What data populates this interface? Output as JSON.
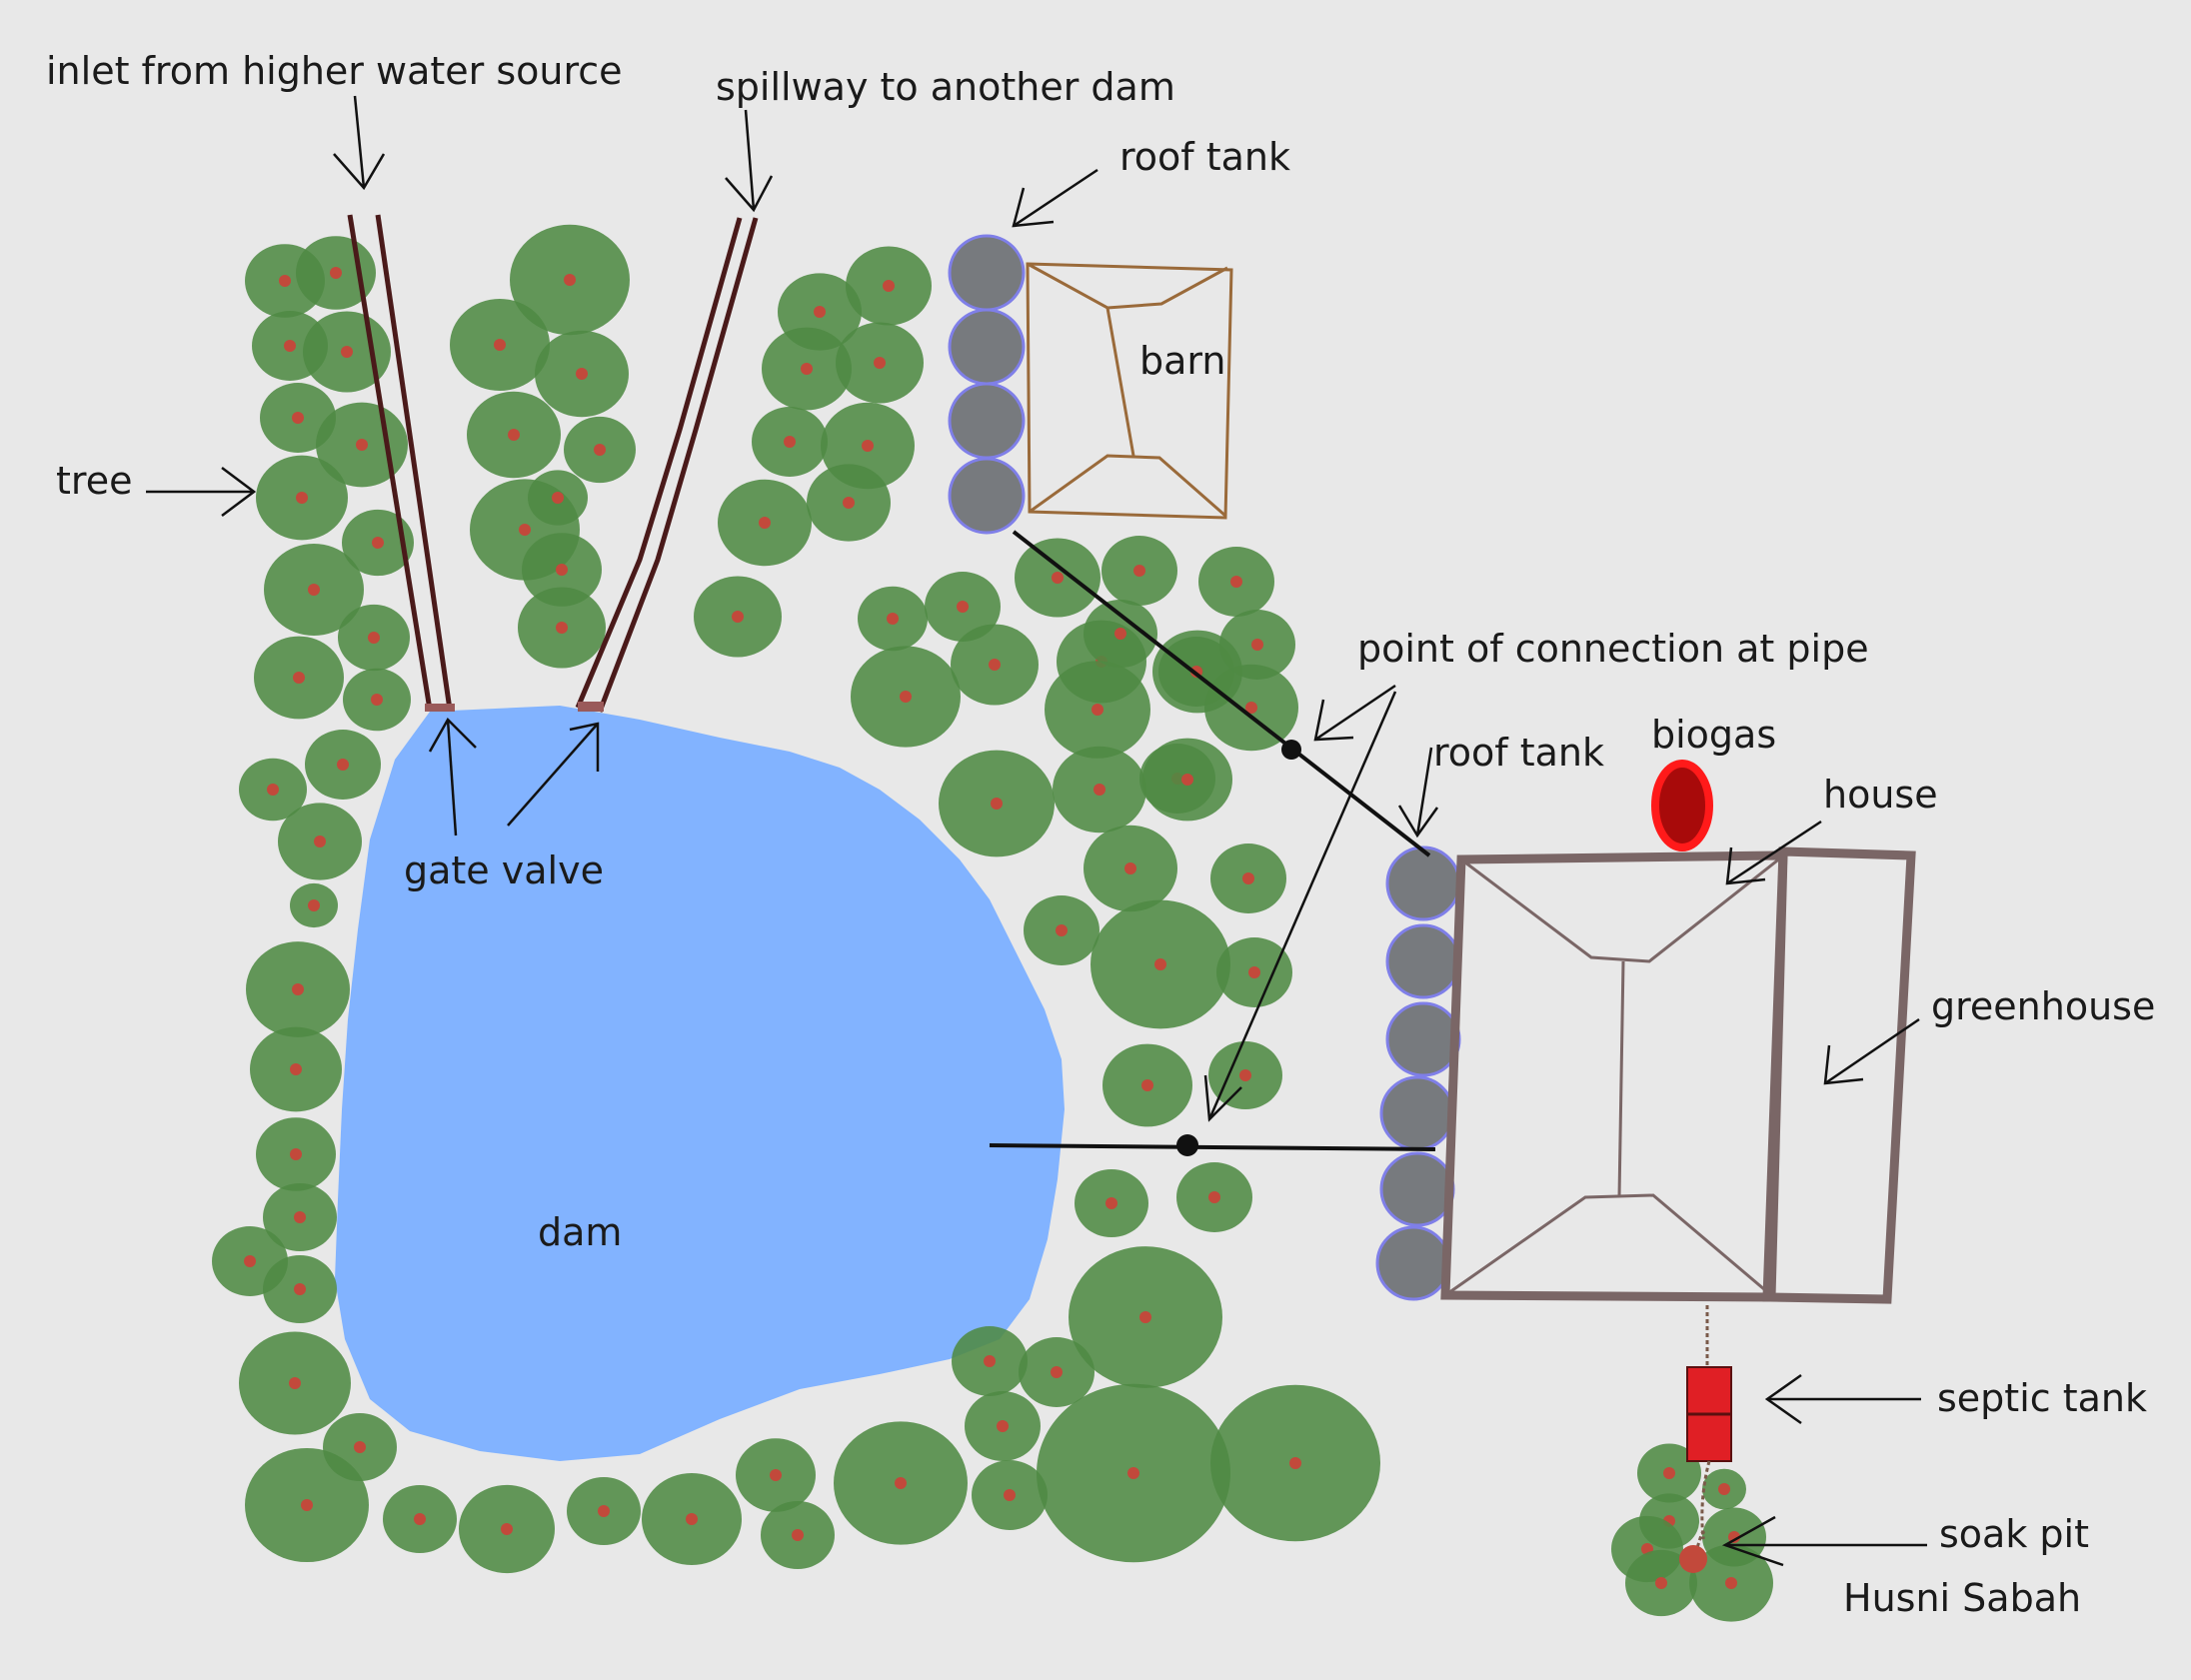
{
  "labels": {
    "inlet": "inlet from higher water source",
    "spillway": "spillway to another dam",
    "roof_tank_barn": "roof tank",
    "barn": "barn",
    "tree": "tree",
    "point_of_connection": "point of connection at pipe",
    "roof_tank_house": "roof tank",
    "biogas": "biogas",
    "house": "house",
    "gate_valve": "gate valve",
    "greenhouse": "greenhouse",
    "dam": "dam",
    "septic_tank": "septic tank",
    "soak_pit": "soak pit",
    "author": "Husni Sabah"
  },
  "colors": {
    "background": "#e8e8e8",
    "tree": "#4f8a43",
    "tree_center": "#c2493b",
    "dam": "#82b3ff",
    "pipe": "#4a1a1a",
    "tank": "#777a7e",
    "tank_outline": "#7f7fe8",
    "house_outline": "#7a6666",
    "barn_outline": "#9a6a3a",
    "biogas": "#e01414",
    "septic": "#e01f25"
  }
}
